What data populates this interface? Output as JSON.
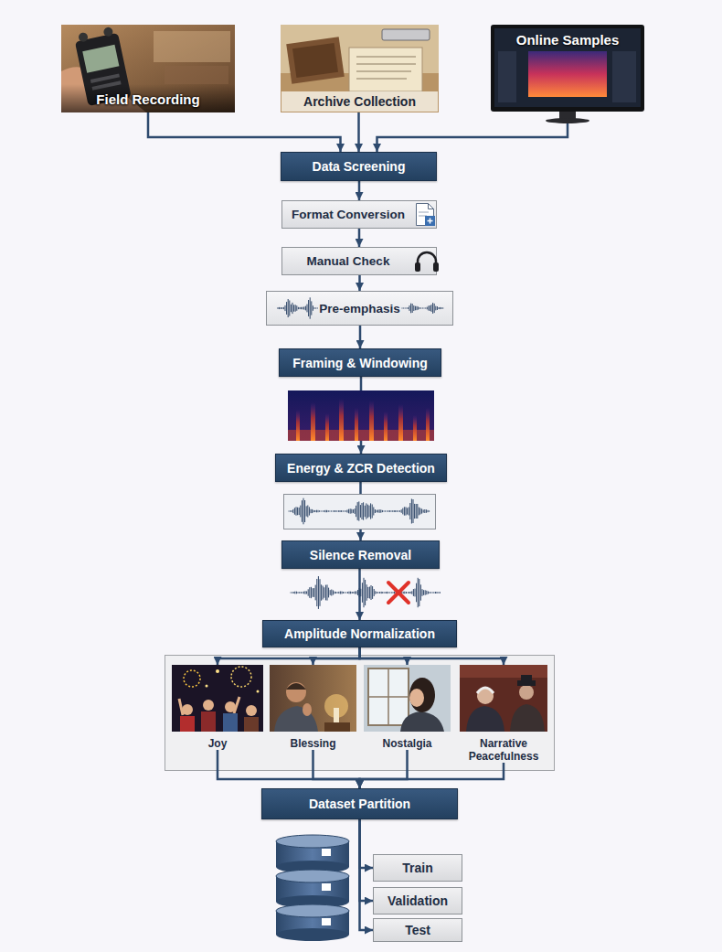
{
  "diagram": {
    "nodes": [
      {
        "text": [
          "Field Recording"
        ]
      },
      {
        "text": [
          "Archive Collection"
        ]
      },
      {
        "text": [
          "Online Samples"
        ]
      },
      {
        "text": [
          "Data Screening"
        ]
      },
      {
        "text": [
          "Format Conversion"
        ]
      },
      {
        "text": [
          "Manual Check"
        ]
      },
      {
        "text": [
          "Pre-emphasis"
        ]
      },
      {
        "text": [
          "Framing & Windowing"
        ]
      },
      {
        "text": [
          "Energy & ZCR Detection"
        ]
      },
      {
        "text": [
          "Silence Removal"
        ]
      },
      {
        "text": [
          "Amplitude Normalization"
        ]
      },
      {
        "text": [
          "Joy"
        ]
      },
      {
        "text": [
          "Blessing"
        ]
      },
      {
        "text": [
          "Nostalgia"
        ]
      },
      {
        "text": [
          "Narrative Peacefulness"
        ]
      },
      {
        "text": [
          "Dataset Partition"
        ]
      },
      {
        "text": [
          "Train"
        ]
      },
      {
        "text": [
          "Validation"
        ]
      },
      {
        "text": [
          "Test"
        ]
      }
    ],
    "edges": [
      {
        "from": 0,
        "to": 3,
        "arrow": "to"
      },
      {
        "from": 1,
        "to": 3,
        "arrow": "to"
      },
      {
        "from": 2,
        "to": 3,
        "arrow": "to"
      },
      {
        "from": 3,
        "to": 4,
        "arrow": "to"
      },
      {
        "from": 4,
        "to": 5,
        "arrow": "to"
      },
      {
        "from": 5,
        "to": 6,
        "arrow": "to"
      },
      {
        "from": 6,
        "to": 7,
        "arrow": "to"
      },
      {
        "from": 7,
        "to": 8,
        "arrow": "to"
      },
      {
        "from": 8,
        "to": 9,
        "arrow": "to"
      },
      {
        "from": 9,
        "to": 10,
        "arrow": "to"
      },
      {
        "from": 10,
        "to": 11,
        "arrow": "to"
      },
      {
        "from": 10,
        "to": 12,
        "arrow": "to"
      },
      {
        "from": 10,
        "to": 13,
        "arrow": "to"
      },
      {
        "from": 10,
        "to": 14,
        "arrow": "to"
      },
      {
        "from": 11,
        "to": 15,
        "arrow": "to"
      },
      {
        "from": 12,
        "to": 15,
        "arrow": "to"
      },
      {
        "from": 13,
        "to": 15,
        "arrow": "to"
      },
      {
        "from": 14,
        "to": 15,
        "arrow": "to"
      },
      {
        "from": 15,
        "to": 16,
        "arrow": "to"
      },
      {
        "from": 15,
        "to": 17,
        "arrow": "to"
      },
      {
        "from": 15,
        "to": 18,
        "arrow": "to"
      }
    ]
  }
}
